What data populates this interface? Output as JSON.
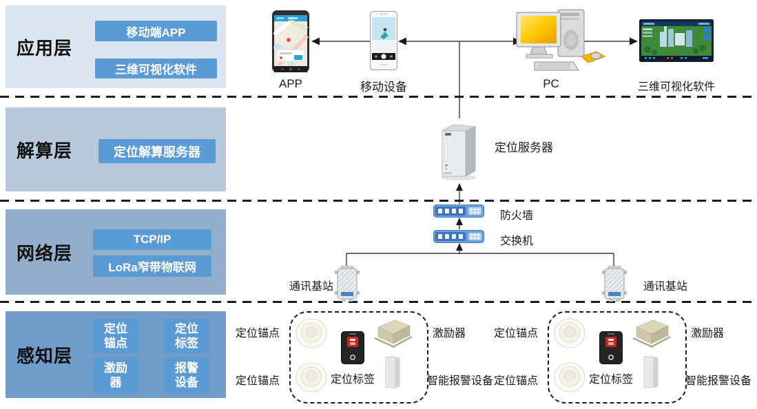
{
  "layers": [
    {
      "title": "应用层",
      "buttons": [
        "移动端APP",
        "三维可视化软件"
      ]
    },
    {
      "title": "解算层",
      "buttons": [
        "定位解算服务器"
      ]
    },
    {
      "title": "网络层",
      "buttons": [
        "TCP/IP",
        "LoRa窄带物联网"
      ]
    },
    {
      "title": "感知层",
      "buttons": [
        "定位\n锚点",
        "定位\n标签",
        "激励\n器",
        "报警\n设备"
      ]
    }
  ],
  "top_row": {
    "app": "APP",
    "mobile": "移动设备",
    "pc": "PC",
    "viz": "三维可视化软件"
  },
  "network": {
    "server": "定位服务器",
    "firewall": "防火墙",
    "switch": "交换机",
    "base_station_left": "通讯基站",
    "base_station_right": "通讯基站"
  },
  "sensor_groups": [
    {
      "anchor1": "定位锚点",
      "anchor2": "定位锚点",
      "tag": "定位标签",
      "exciter": "激励器",
      "alarm": "智能报警设备"
    },
    {
      "anchor1": "定位锚点",
      "anchor2": "定位锚点",
      "tag": "定位标签",
      "exciter": "激励器",
      "alarm": "智能报警设备"
    }
  ],
  "colors": {
    "pill_blue": "#5b9bd5",
    "layer1_bg": "#dde6f0",
    "layer2_bg": "#b7c9da",
    "layer3_bg": "#93aecb",
    "layer4_bg": "#6f9cc9",
    "line": "#3a3a3a"
  }
}
